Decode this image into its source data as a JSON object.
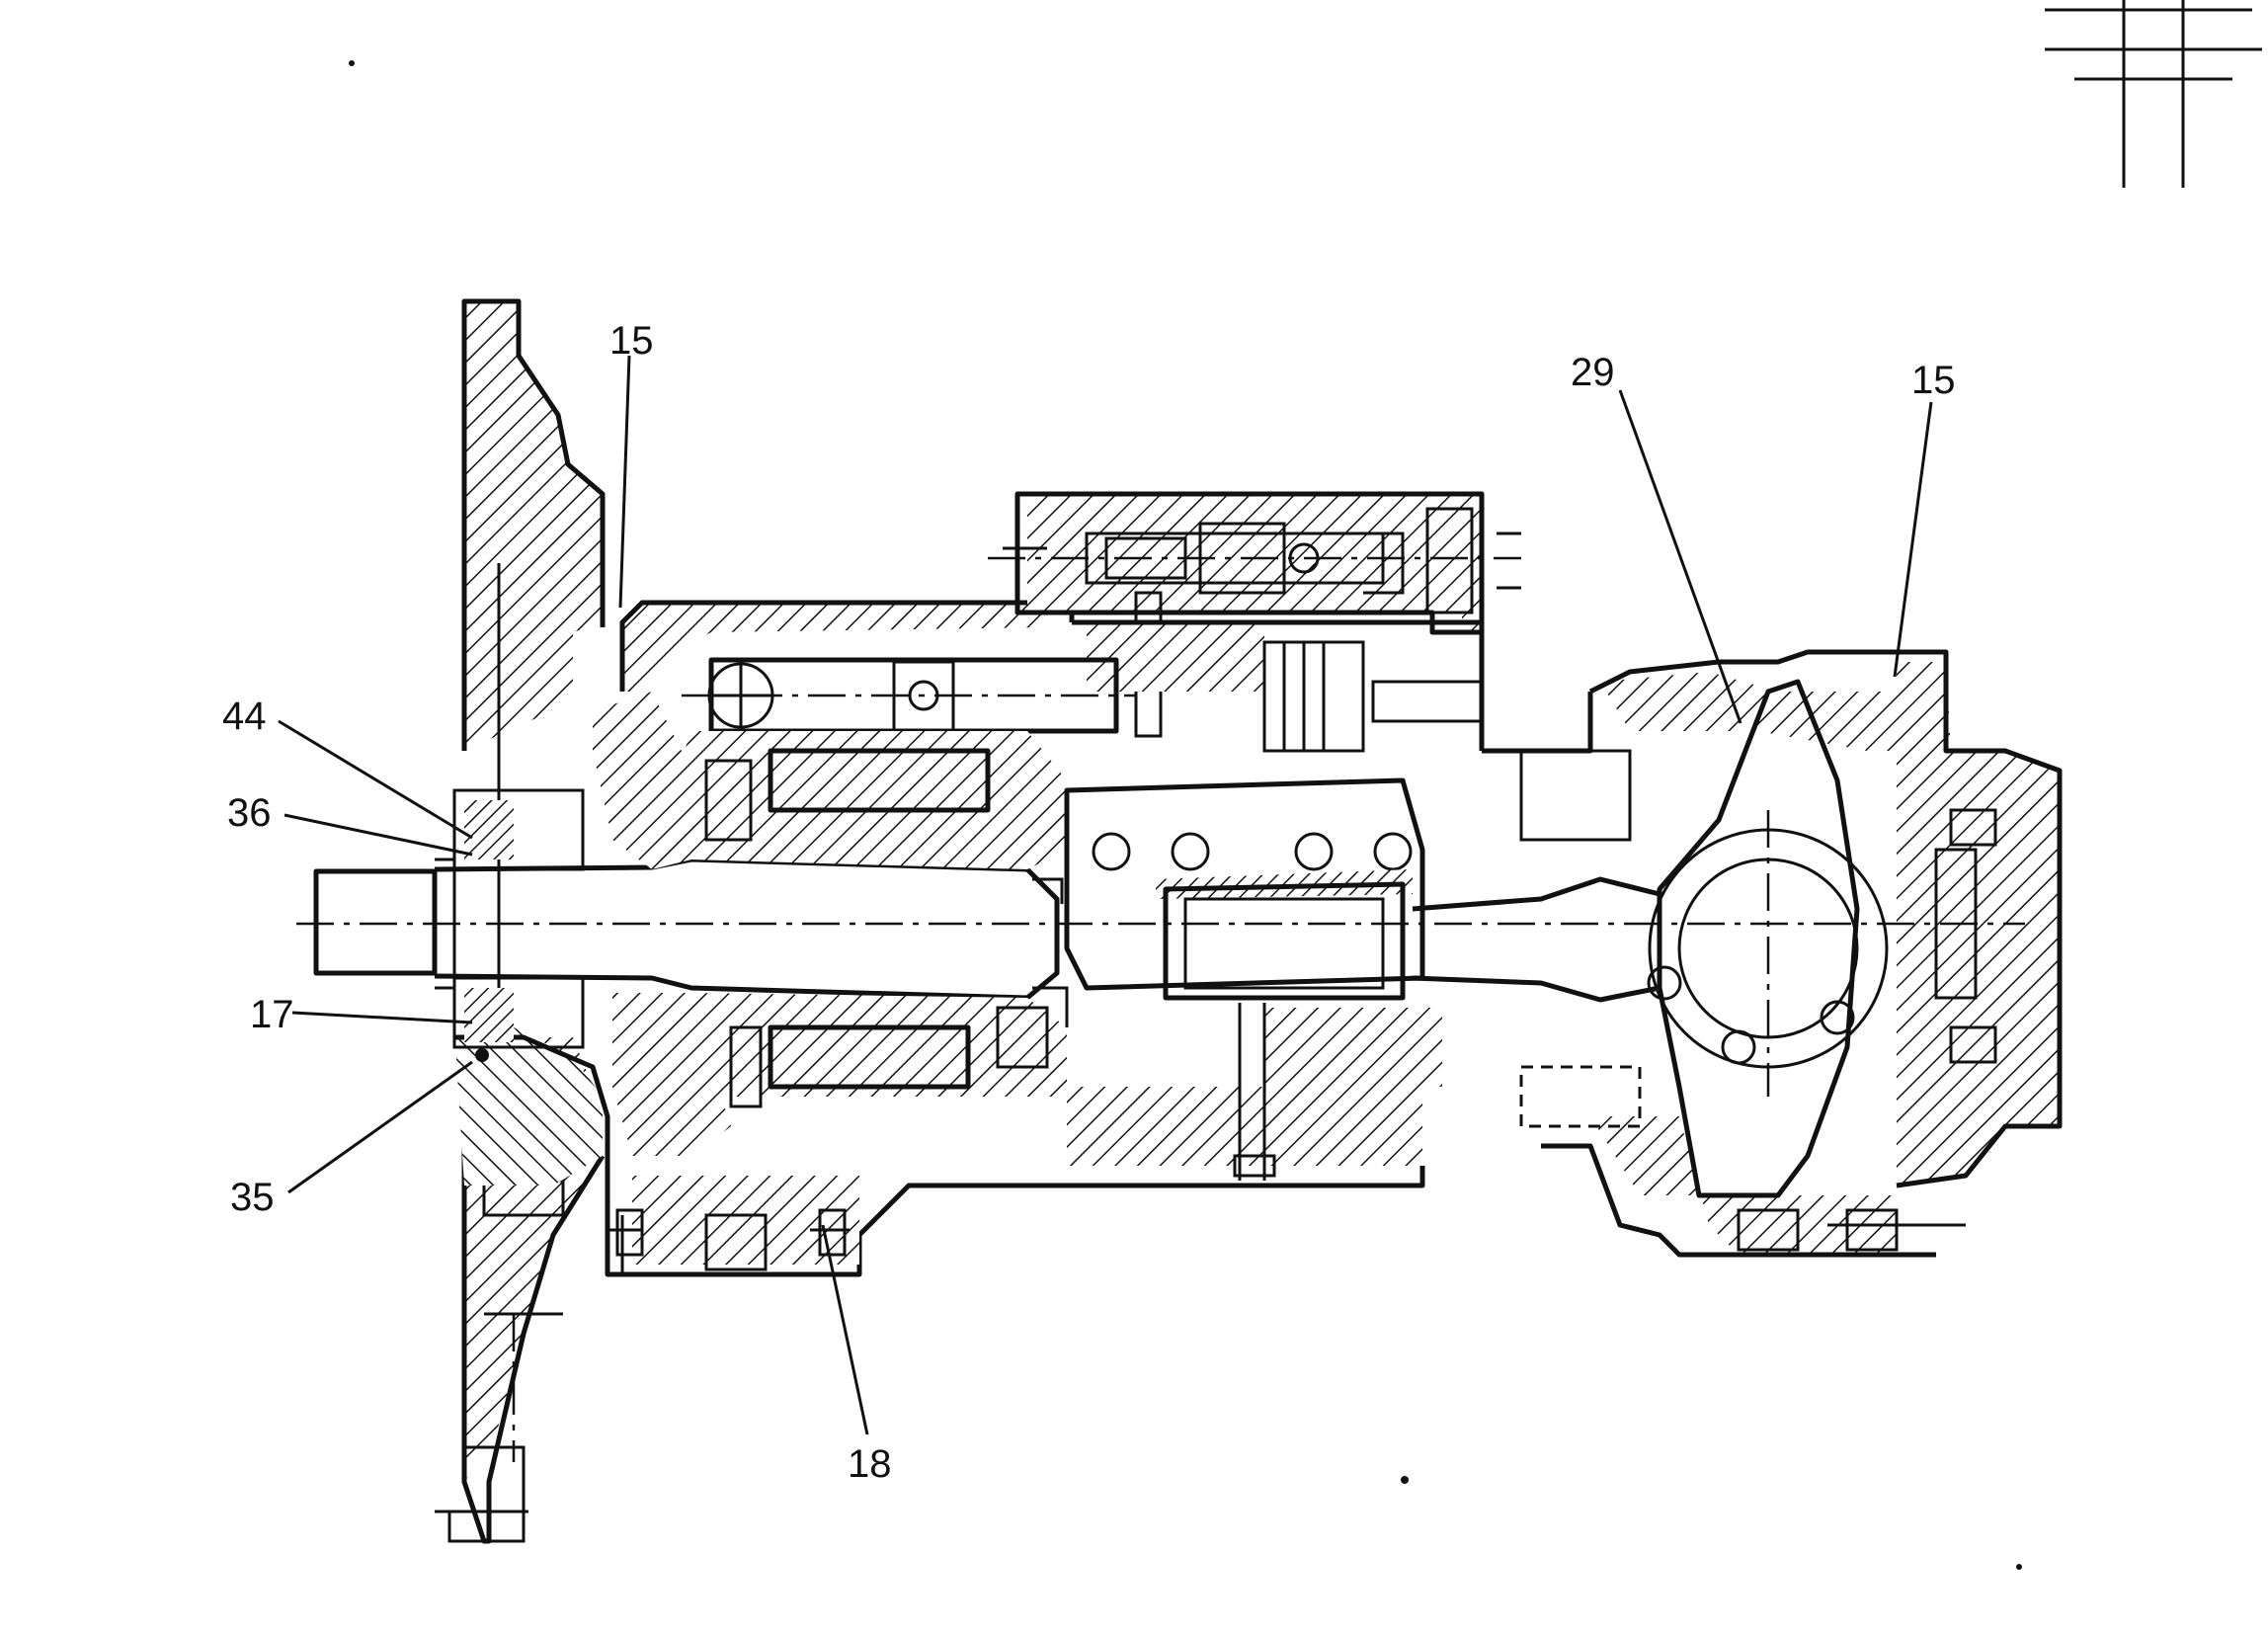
{
  "callouts": [
    {
      "id": "c44",
      "label": "44"
    },
    {
      "id": "c36",
      "label": "36"
    },
    {
      "id": "c17",
      "label": "17"
    },
    {
      "id": "c35",
      "label": "35"
    },
    {
      "id": "c15a",
      "label": "15"
    },
    {
      "id": "c18",
      "label": "18"
    },
    {
      "id": "c29",
      "label": "29"
    },
    {
      "id": "c15b",
      "label": "15"
    }
  ],
  "colors": {
    "ink": "#111111",
    "paper": "#ffffff"
  }
}
